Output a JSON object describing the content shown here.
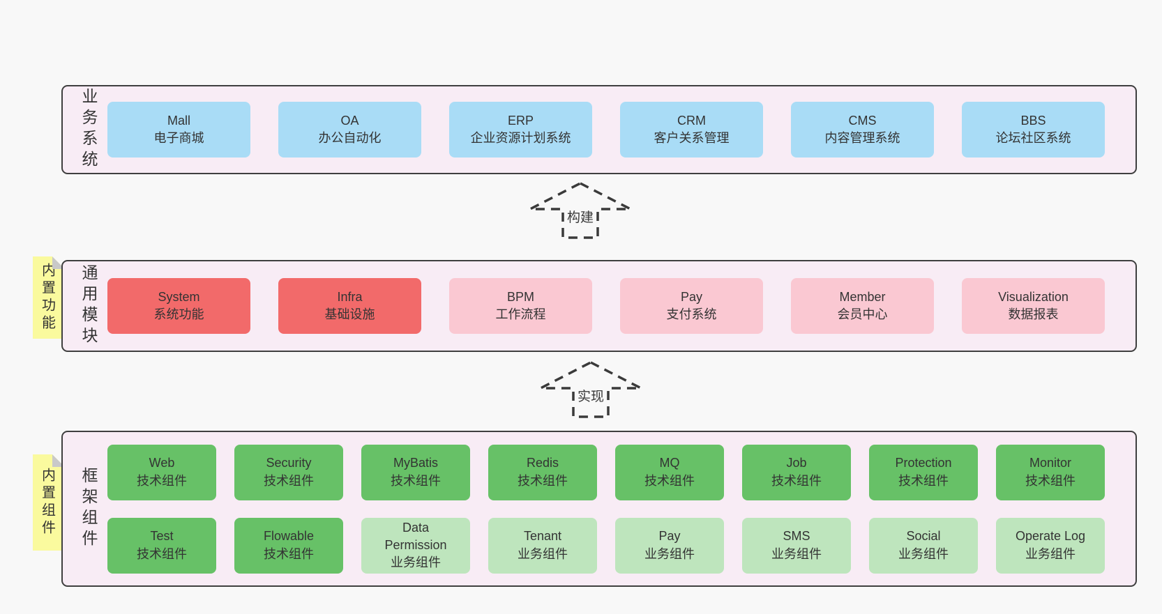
{
  "palette": {
    "blue": "#a9dcf6",
    "red": "#f26a6a",
    "pink": "#fac8d2",
    "green": "#67c167",
    "green_light": "#bee5bd",
    "band_bg": "#f8ecf5",
    "band_border": "#3f3f3f",
    "sticky_bg": "#fafa9e",
    "sticky_fold": "#c9c9c9",
    "page_bg": "#f8f8f8",
    "arrow": "#3a3a3a",
    "text": "#333333"
  },
  "sections": [
    {
      "label": "业务系统",
      "sticky": null,
      "rows": [
        [
          {
            "en": "Mall",
            "zh": "电子商城",
            "type": "blue"
          },
          {
            "en": "OA",
            "zh": "办公自动化",
            "type": "blue"
          },
          {
            "en": "ERP",
            "zh": "企业资源计划系统",
            "type": "blue"
          },
          {
            "en": "CRM",
            "zh": "客户关系管理",
            "type": "blue"
          },
          {
            "en": "CMS",
            "zh": "内容管理系统",
            "type": "blue"
          },
          {
            "en": "BBS",
            "zh": "论坛社区系统",
            "type": "blue"
          }
        ]
      ]
    },
    {
      "label": "通用模块",
      "sticky": "内置功能",
      "rows": [
        [
          {
            "en": "System",
            "zh": "系统功能",
            "type": "red"
          },
          {
            "en": "Infra",
            "zh": "基础设施",
            "type": "red"
          },
          {
            "en": "BPM",
            "zh": "工作流程",
            "type": "pink"
          },
          {
            "en": "Pay",
            "zh": "支付系统",
            "type": "pink"
          },
          {
            "en": "Member",
            "zh": "会员中心",
            "type": "pink"
          },
          {
            "en": "Visualization",
            "zh": "数据报表",
            "type": "pink"
          }
        ]
      ]
    },
    {
      "label": "框架组件",
      "sticky": "内置组件",
      "rows": [
        [
          {
            "en": "Web",
            "zh": "技术组件",
            "type": "green"
          },
          {
            "en": "Security",
            "zh": "技术组件",
            "type": "green"
          },
          {
            "en": "MyBatis",
            "zh": "技术组件",
            "type": "green"
          },
          {
            "en": "Redis",
            "zh": "技术组件",
            "type": "green"
          },
          {
            "en": "MQ",
            "zh": "技术组件",
            "type": "green"
          },
          {
            "en": "Job",
            "zh": "技术组件",
            "type": "green"
          },
          {
            "en": "Protection",
            "zh": "技术组件",
            "type": "green"
          },
          {
            "en": "Monitor",
            "zh": "技术组件",
            "type": "green"
          }
        ],
        [
          {
            "en": "Test",
            "zh": "技术组件",
            "type": "green"
          },
          {
            "en": "Flowable",
            "zh": "技术组件",
            "type": "green"
          },
          {
            "en": "Data Permission",
            "zh": "业务组件",
            "type": "green_light"
          },
          {
            "en": "Tenant",
            "zh": "业务组件",
            "type": "green_light"
          },
          {
            "en": "Pay",
            "zh": "业务组件",
            "type": "green_light"
          },
          {
            "en": "SMS",
            "zh": "业务组件",
            "type": "green_light"
          },
          {
            "en": "Social",
            "zh": "业务组件",
            "type": "green_light"
          },
          {
            "en": "Operate Log",
            "zh": "业务组件",
            "type": "green_light"
          }
        ]
      ]
    }
  ],
  "arrows": [
    {
      "label": "构建"
    },
    {
      "label": "实现"
    }
  ]
}
